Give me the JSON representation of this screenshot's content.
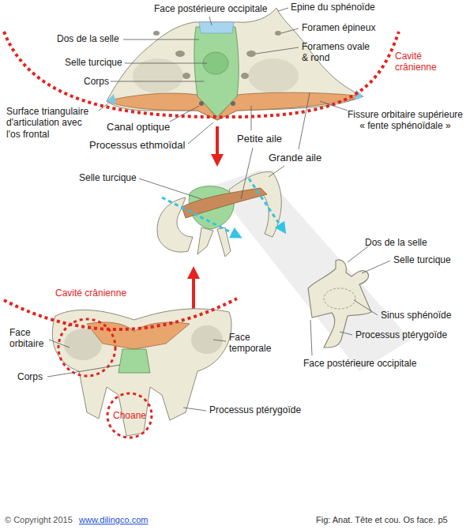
{
  "diagram": {
    "caption": "Fig: Anat. Tête et cou. Os face. p5",
    "nodes": [
      {
        "text": [
          "Choane"
        ]
      }
    ],
    "labels": [
      "Face postérieure occipitale",
      "Epine du sphénoïde",
      "Dos de la selle",
      "Foramen épineux",
      "Foramens ovale & rond",
      "Selle turcique",
      "Cavité crânienne",
      "Corps",
      "Surface triangulaire d'articulation avec l'os frontal",
      "Canal optique",
      "Fissure orbitaire supérieure « fente sphénoïdale »",
      "Processus ethmoïdal",
      "Petite aile",
      "Grande aile",
      "Selle turcique",
      "Dos de la selle",
      "Selle turcique",
      "Sinus sphénoïde",
      "Processus ptérygoïde",
      "Face postérieure occipitale",
      "Cavité crânienne",
      "Face orbitaire",
      "Face temporale",
      "Corps",
      "Processus ptérygoïde",
      "© Copyright 2015",
      "www.dilingco.com"
    ]
  }
}
